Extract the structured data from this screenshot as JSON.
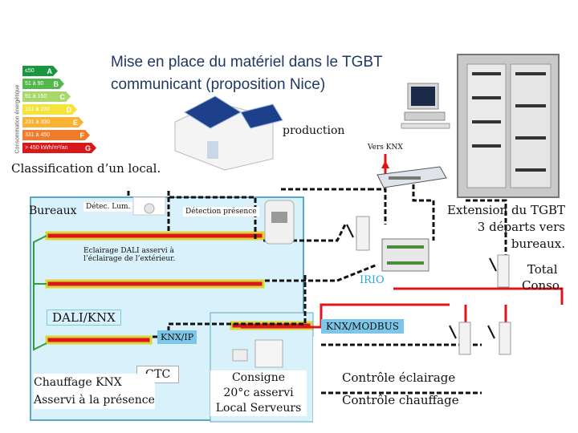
{
  "title_lines": [
    "Mise en place du matériel dans le TGBT",
    "communicant (proposition Nice)"
  ],
  "energy_label": {
    "side_text": "Consommation énergétique",
    "classes": [
      {
        "range": "≤50",
        "letter": "A",
        "color": "#1a9641"
      },
      {
        "range": "51 à 90",
        "letter": "B",
        "color": "#52b84b"
      },
      {
        "range": "91 à 150",
        "letter": "C",
        "color": "#a6d96a"
      },
      {
        "range": "151 à 230",
        "letter": "D",
        "color": "#f4e43a"
      },
      {
        "range": "231 à 330",
        "letter": "E",
        "color": "#f9b233"
      },
      {
        "range": "331 à 450",
        "letter": "F",
        "color": "#f07c2a"
      },
      {
        "range": "> 450 kWh/m²/an",
        "letter": "G",
        "color": "#d7191c"
      }
    ]
  },
  "labels": {
    "production": "production",
    "vers_knx": "Vers KNX",
    "classification": "Classification d’un local.",
    "bureaux": "Bureaux",
    "detec_lum": "Détec. Lum.",
    "detection_presence": "Détection présence",
    "eclairage_line1": "Eclairage DALI asservi à",
    "eclairage_line2": "l’éclairage de l’extérieur.",
    "dali_knx": "DALI/KNX",
    "knx_ip": "KNX/IP",
    "gtc": "GTC",
    "chauffage_line1": "Chauffage KNX",
    "chauffage_line2": "Asservi à la présence",
    "consigne_line1": "Consigne",
    "consigne_line2": "20°c asservi",
    "consigne_line3": "Local Serveurs",
    "irio": "IRIO",
    "knx_modbus": "KNX/MODBUS",
    "extension_line1": "Extension du TGBT",
    "extension_line2": "3 départs vers",
    "extension_line3": "bureaux.",
    "total_line1": "Total",
    "total_line2": "Conso.",
    "controle_eclairage": "Contrôle éclairage",
    "controle_chauffage": "Contrôle chauffage"
  },
  "colors": {
    "room_fill": "#d9f1fb",
    "room_border": "#5aa7c9",
    "light_strip": "#d9d633",
    "wire_red": "#e0141b",
    "wire_green": "#2f9e3b",
    "title": "#1f3864"
  }
}
